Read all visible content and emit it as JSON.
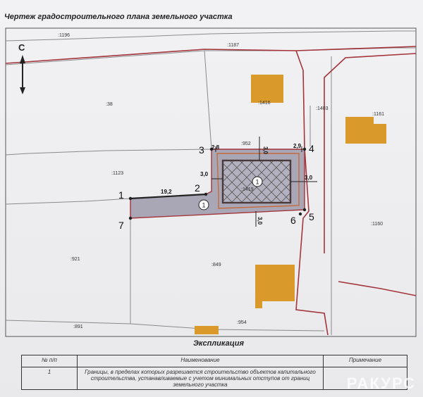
{
  "title": "Чертеж градостроительного плана земельного участка",
  "north_label": "С",
  "parcels": {
    "p1196": ":1196",
    "p1187": ":1187",
    "p38": ":38",
    "p1416": ":1416",
    "p1403": ":1403",
    "p1161": ":1161",
    "p952": ":952",
    "p1123": ":1123",
    "p1419": ":1419",
    "p1160": ":1160",
    "p921": ":921",
    "p849": ":849",
    "p891": ":891",
    "p954": ":954"
  },
  "points": {
    "n1": "1",
    "n2": "2",
    "n3": "3",
    "n4": "4",
    "n5": "5",
    "n6": "6",
    "n7": "7"
  },
  "dimensions": {
    "d19": "19,2",
    "d30_left": "3,0",
    "d30_right": "3,0",
    "d30_top": "3,0",
    "d30_bottom": "3,0",
    "d28": "2,8",
    "d29": "2,9"
  },
  "zone_marker": "1",
  "zone_marker2": "1",
  "explication": {
    "title": "Экспликация",
    "headers": [
      "№ п/п",
      "Наименование",
      "Примечание"
    ],
    "rows": [
      [
        "1",
        "Границы, в пределах которых разрешается строительство объектов капитального строительства, устанавливаемые с учетом минимальных отступов от границ земельного участка",
        ""
      ]
    ]
  },
  "watermark": "РАКУРС",
  "colors": {
    "boundary": "#a3343a",
    "building": "#d99a2b",
    "zone_fill": "#a9a7b6",
    "line": "#7a7a7a"
  }
}
